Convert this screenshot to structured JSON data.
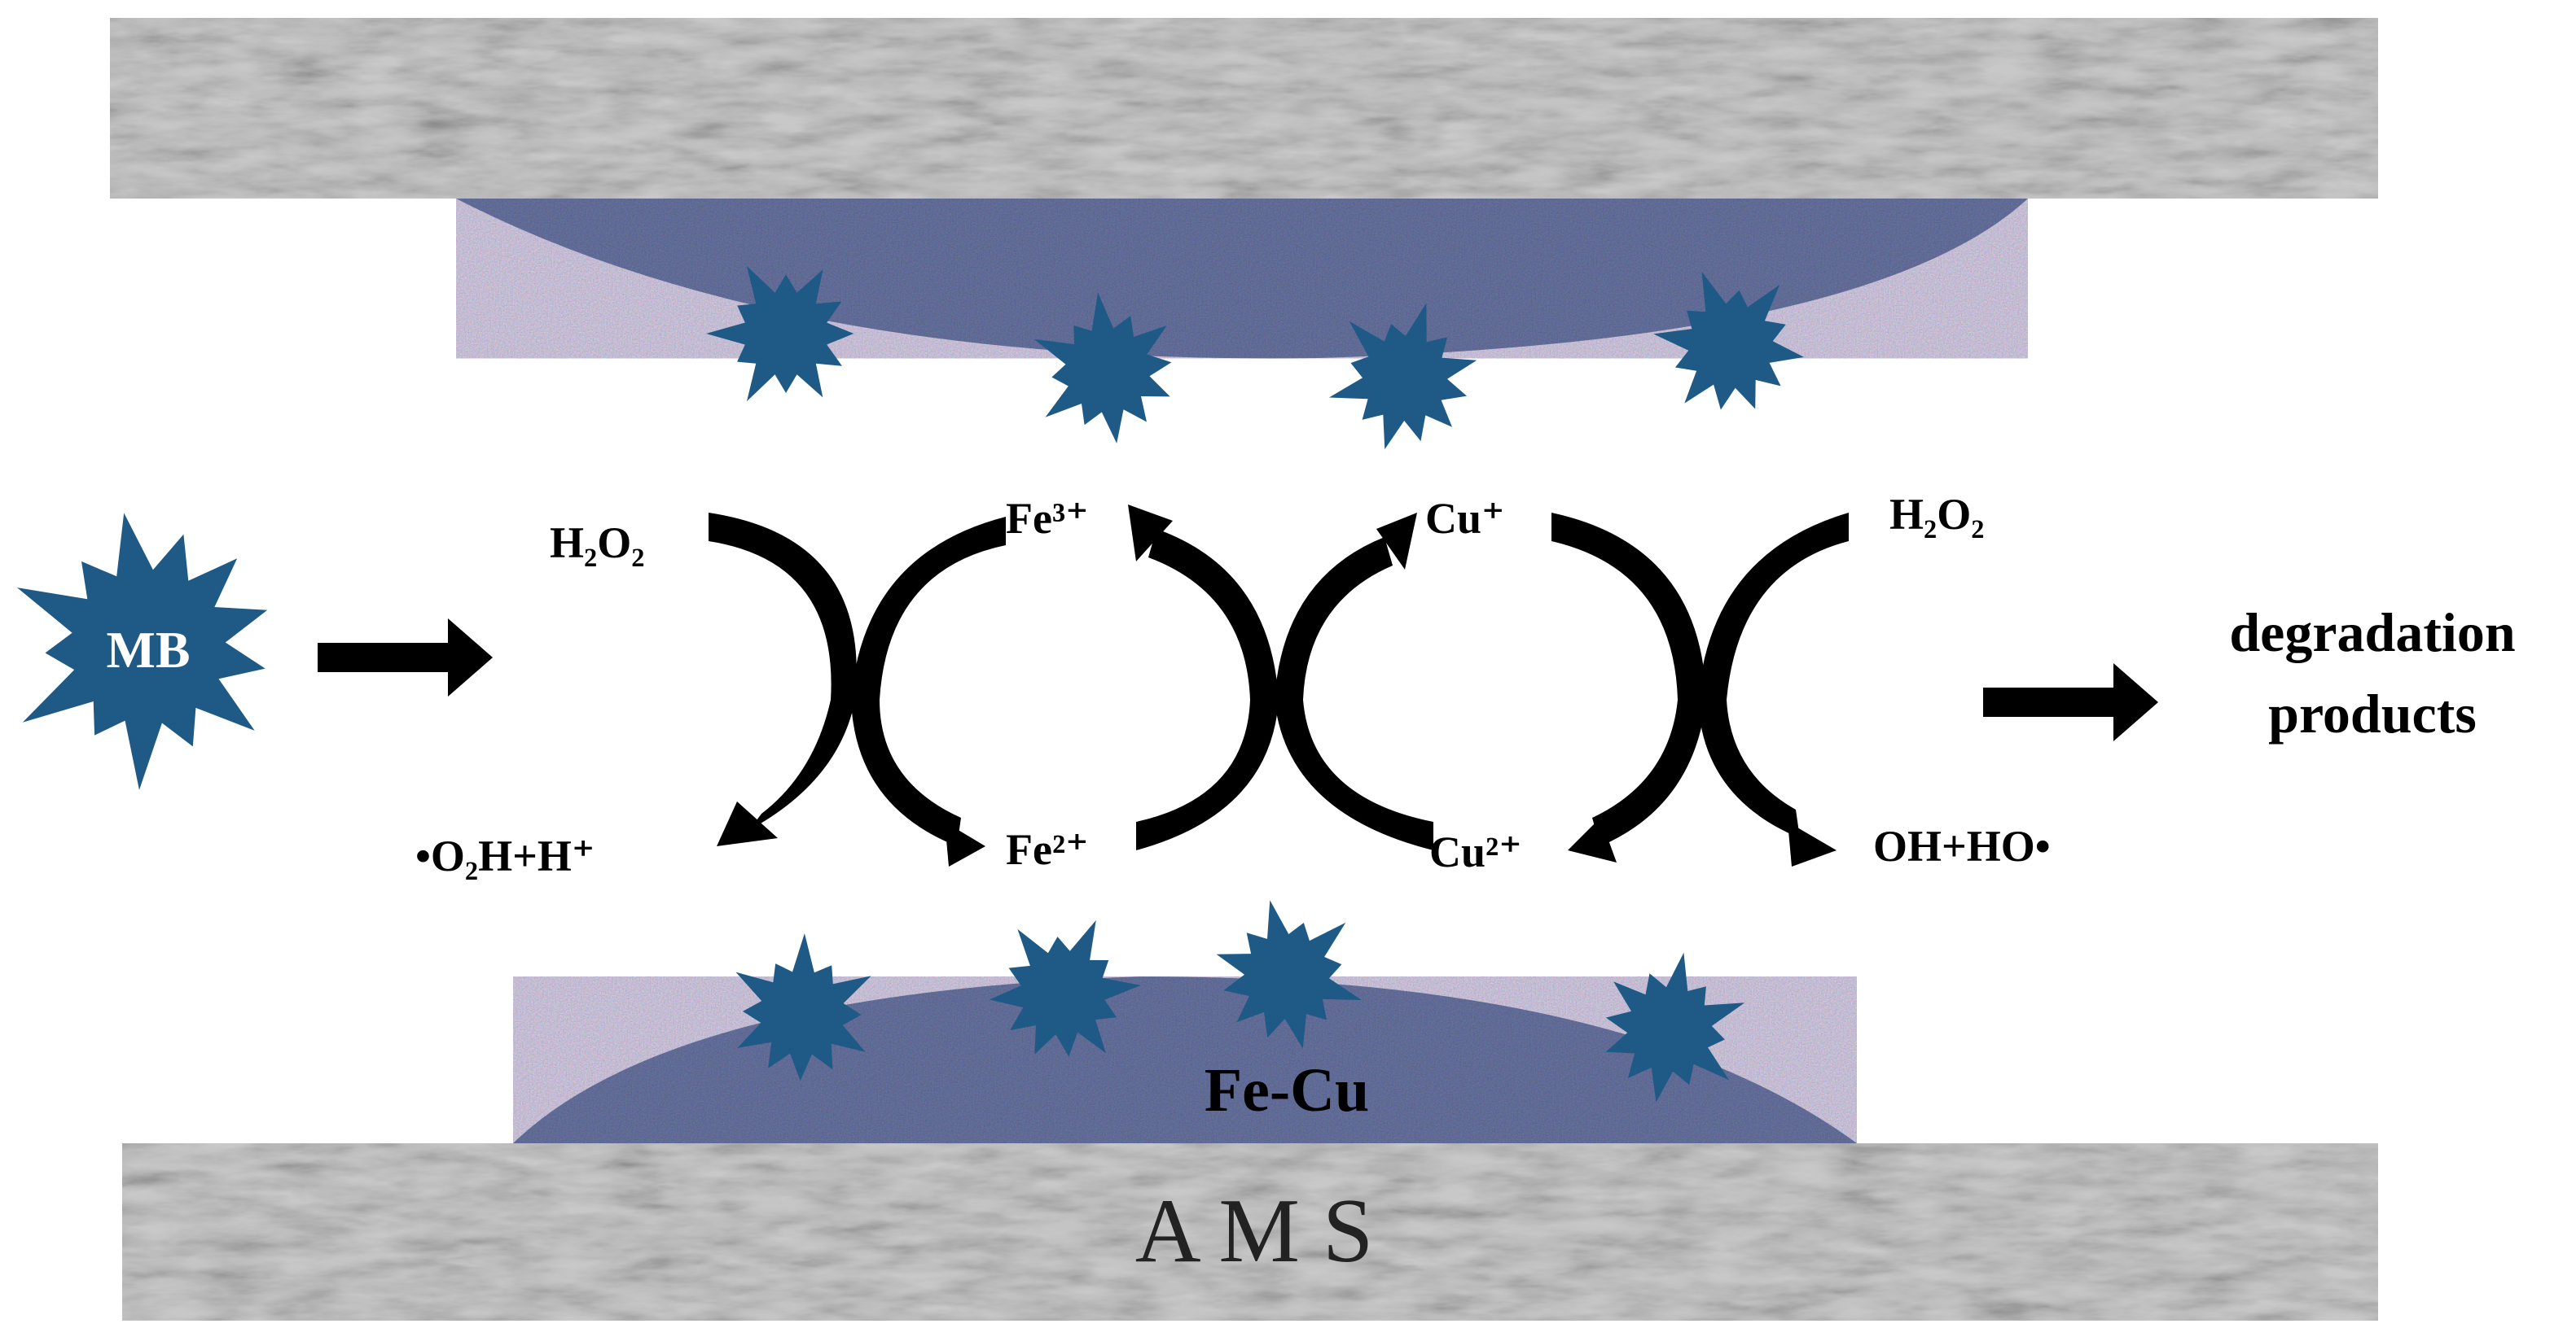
{
  "diagram": {
    "labels": {
      "mb": "MB",
      "h2o2_left": "H₂O₂",
      "h2o2_right": "H₂O₂",
      "fe3": "Fe³⁺",
      "fe2": "Fe²⁺",
      "cu1": "Cu⁺",
      "cu2": "Cu²⁺",
      "o2h": "•O₂H+H⁺",
      "oh": "OH+HO•",
      "degradation_line1": "degradation",
      "degradation_line2": "products",
      "fe_cu": "Fe-Cu",
      "ams": "A M S"
    },
    "colors": {
      "star": "#1f5a86",
      "coating": "#7b8fb0",
      "stone": "#c9c9c9",
      "arrow": "#000000"
    }
  }
}
